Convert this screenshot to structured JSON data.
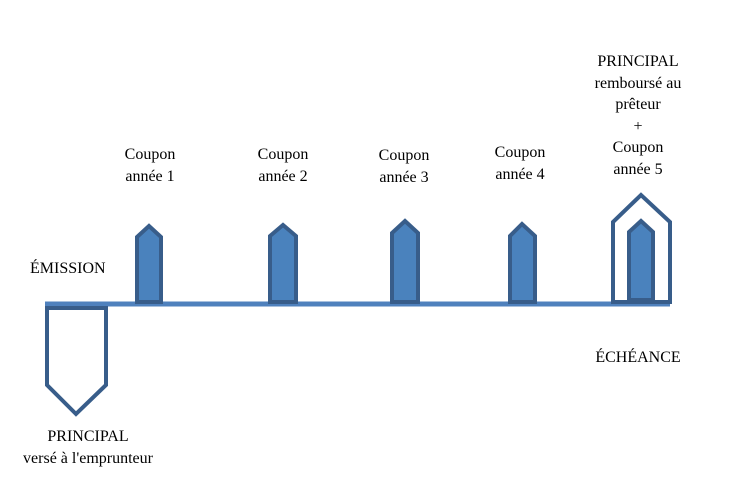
{
  "colors": {
    "line": "#4f81bd",
    "outline": "#385d8a",
    "fill": "#4a82bd"
  },
  "start_label": "ÉMISSION",
  "end_label": "ÉCHÉANCE",
  "principal_out": {
    "line1": "PRINCIPAL",
    "line2": "versé à l'emprunteur"
  },
  "principal_in": {
    "line1": "PRINCIPAL",
    "line2": "remboursé  au",
    "line3": "prêteur",
    "plus": "+"
  },
  "coupons": [
    {
      "line1": "Coupon",
      "line2": "année 1"
    },
    {
      "line1": "Coupon",
      "line2": "année 2"
    },
    {
      "line1": "Coupon",
      "line2": "année 3"
    },
    {
      "line1": "Coupon",
      "line2": "année 4"
    },
    {
      "line1": "Coupon",
      "line2": "année 5"
    }
  ]
}
